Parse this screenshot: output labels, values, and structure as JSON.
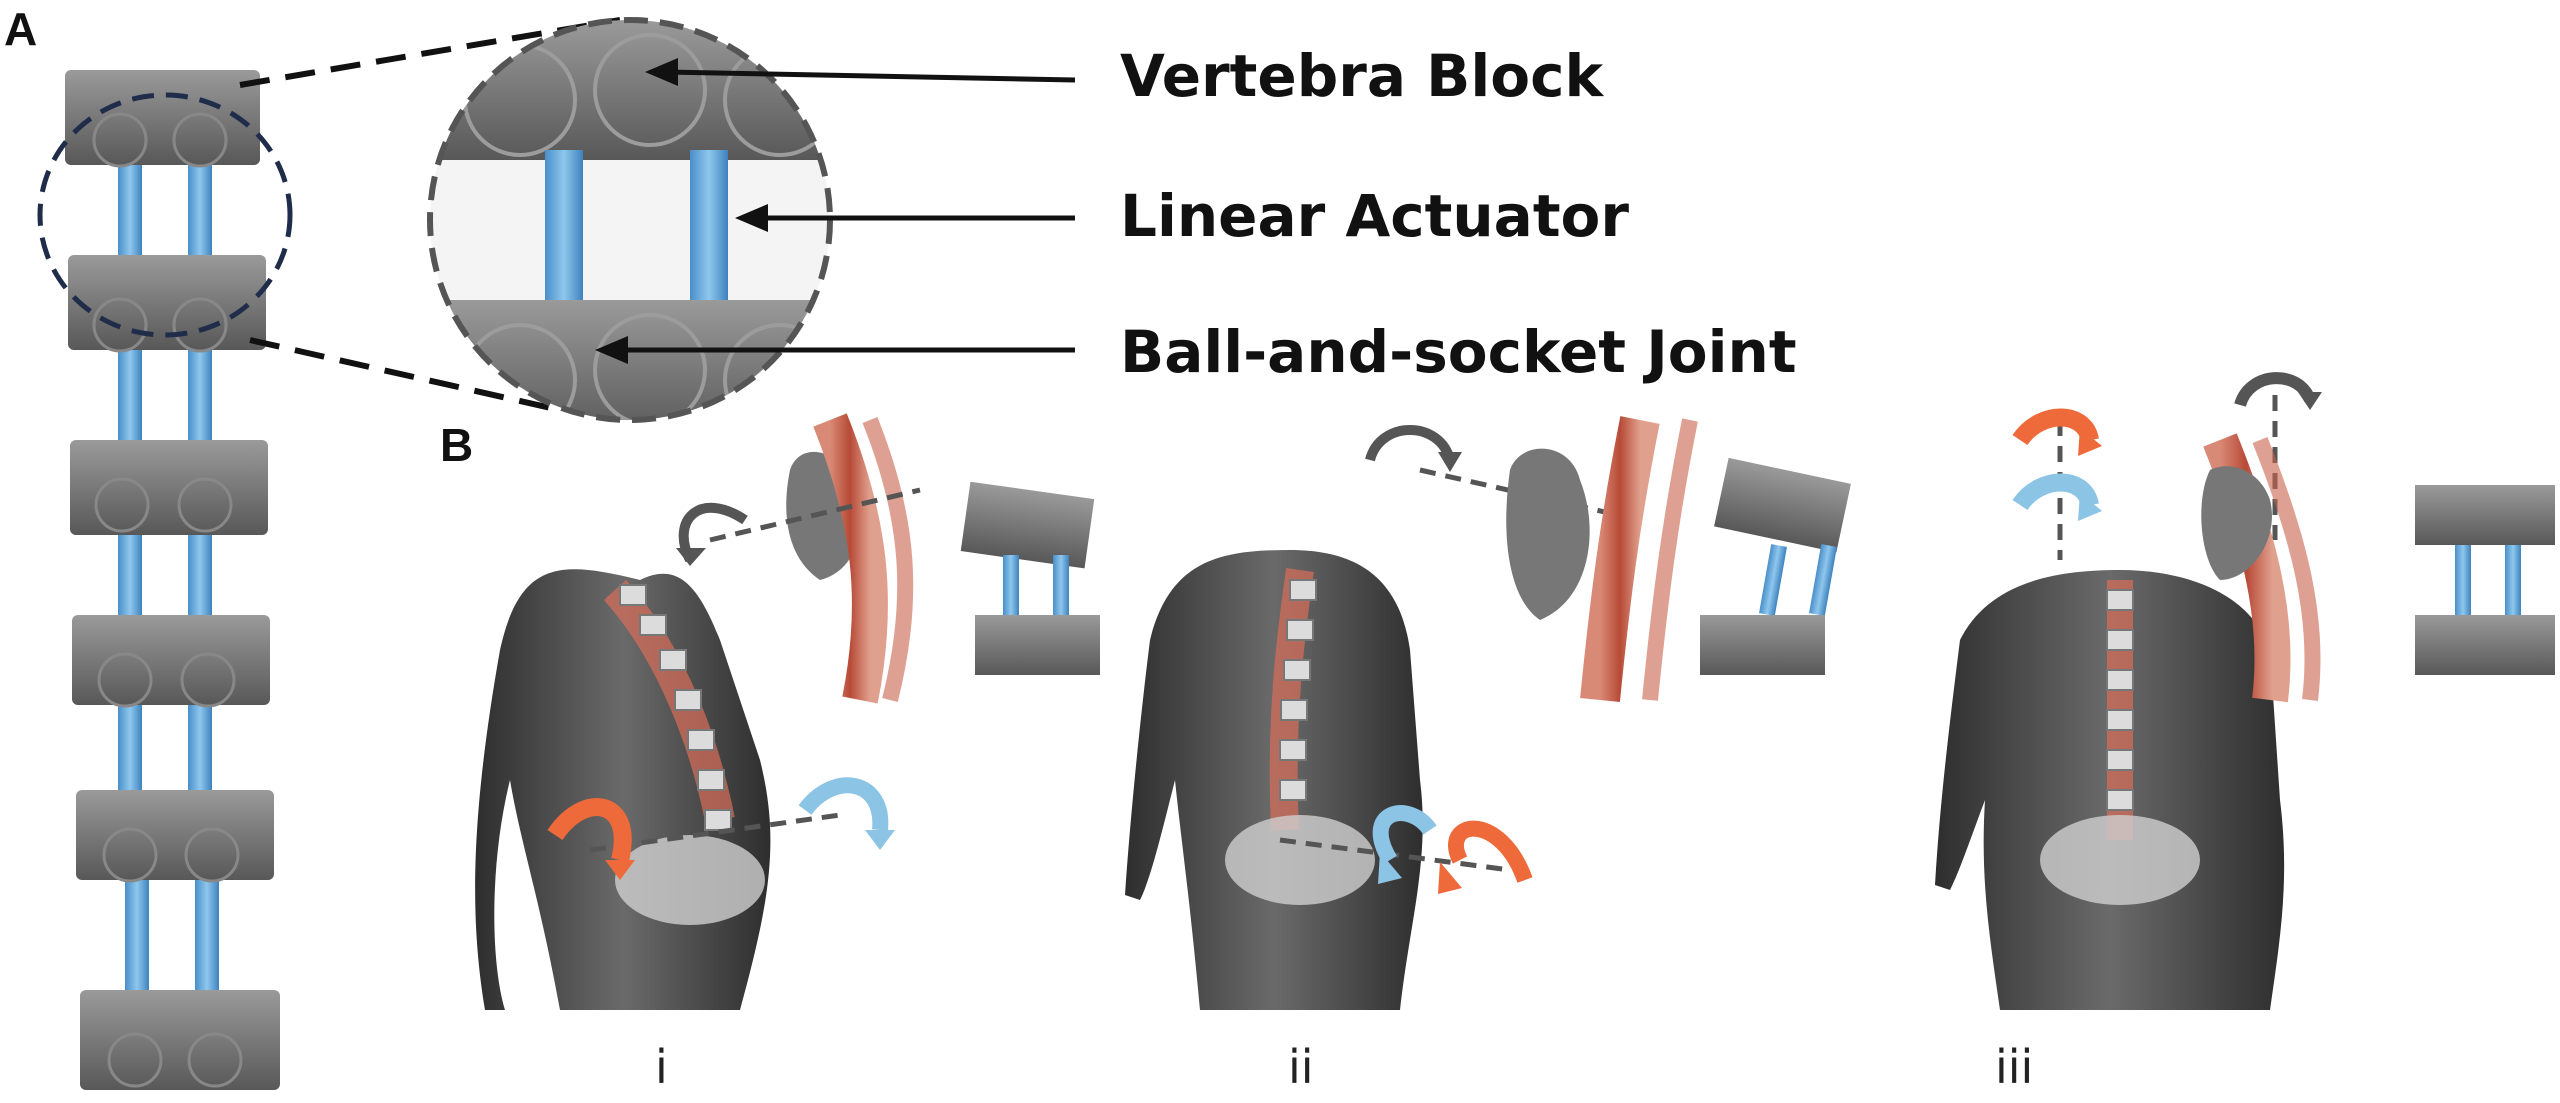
{
  "panels": {
    "a": "A",
    "b": "B"
  },
  "callouts": {
    "vertebra_block": "Vertebra Block",
    "linear_actuator": "Linear Actuator",
    "ball_socket": "Ball-and-socket Joint"
  },
  "sublabels": {
    "i": "i",
    "ii": "ii",
    "iii": "iii"
  },
  "colors": {
    "block": "#6e6e6e",
    "actuator": "#5aa0d6",
    "muscle": "#c8604a",
    "rotation_orange": "#ee6a3a",
    "rotation_blue": "#8cc4e6",
    "body": "#4a4a4a"
  }
}
